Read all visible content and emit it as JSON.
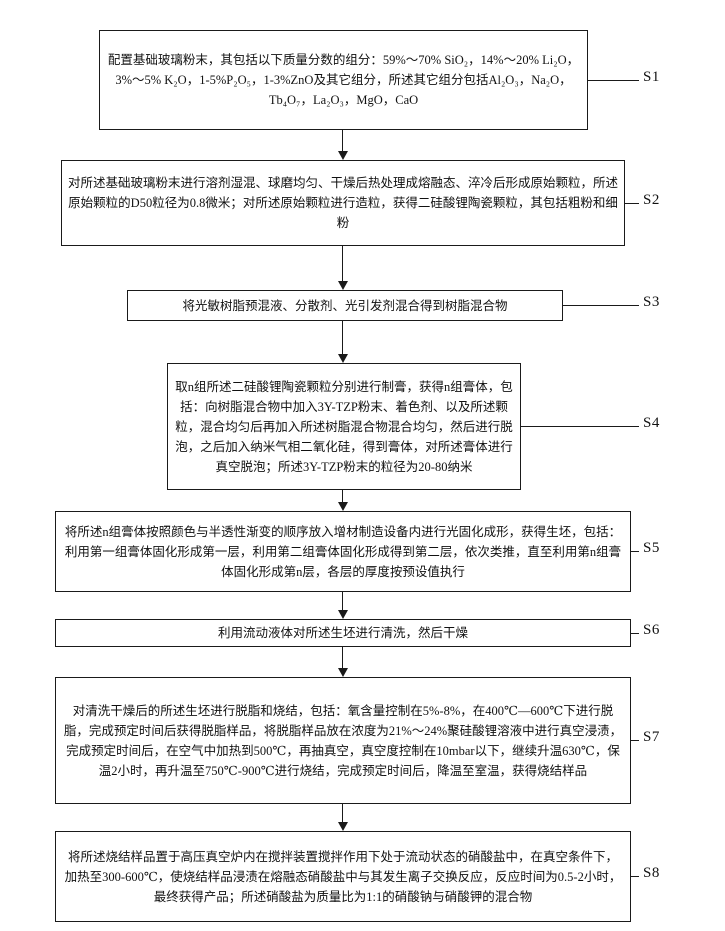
{
  "page": {
    "background_color": "#ffffff",
    "line_color": "#1a1a1a",
    "text_color": "#111111"
  },
  "flowchart": {
    "type": "vertical-process-flow",
    "steps": [
      {
        "label": "S1",
        "text": "配置基础玻璃粉末，其包括以下质量分数的组分：59%～70% SiO₂，14%～20% Li₂O，3%～5% K₂O，1-5%P₂O₅，1-3%ZnO及其它组分，所述其它组分包括Al₂O₃，Na₂O，Tb₄O₇，La₂O₃，MgO，CaO"
      },
      {
        "label": "S2",
        "text": "对所述基础玻璃粉末进行溶剂湿混、球磨均匀、干燥后热处理成熔融态、淬冷后形成原始颗粒，所述原始颗粒的D50粒径为0.8微米；对所述原始颗粒进行造粒，获得二硅酸锂陶瓷颗粒，其包括粗粉和细粉"
      },
      {
        "label": "S3",
        "text": "将光敏树脂预混液、分散剂、光引发剂混合得到树脂混合物"
      },
      {
        "label": "S4",
        "text": "取n组所述二硅酸锂陶瓷颗粒分别进行制膏，获得n组膏体，包括：向树脂混合物中加入3Y-TZP粉末、着色剂、以及所述颗粒，混合均匀后再加入所述树脂混合物混合均匀，然后进行脱泡，之后加入纳米气相二氧化硅，得到膏体，对所述膏体进行真空脱泡；所述3Y-TZP粉末的粒径为20-80纳米"
      },
      {
        "label": "S5",
        "text": "将所述n组膏体按照颜色与半透性渐变的顺序放入增材制造设备内进行光固化成形，获得生坯，包括：利用第一组膏体固化形成第一层，利用第二组膏体固化形成得到第二层，依次类推，直至利用第n组膏体固化形成第n层，各层的厚度按预设值执行"
      },
      {
        "label": "S6",
        "text": "利用流动液体对所述生坯进行清洗，然后干燥"
      },
      {
        "label": "S7",
        "text": "对清洗干燥后的所述生坯进行脱脂和烧结，包括：氧含量控制在5%-8%，在400℃—600℃下进行脱脂，完成预定时间后获得脱脂样品，将脱脂样品放在浓度为21%～24%聚硅酸锂溶液中进行真空浸渍，完成预定时间后，在空气中加热到500℃，再抽真空，真空度控制在10mbar以下，继续升温630℃，保温2小时，再升温至750℃-900℃进行烧结，完成预定时间后，降温至室温，获得烧结样品"
      },
      {
        "label": "S8",
        "text": "将所述烧结样品置于高压真空炉内在搅拌装置搅拌作用下处于流动状态的硝酸盐中，在真空条件下，加热至300-600℃，使烧结样品浸渍在熔融态硝酸盐中与其发生离子交换反应，反应时间为0.5-2小时，最终获得产品；所述硝酸盐为质量比为1:1的硝酸钠与硝酸钾的混合物"
      }
    ]
  }
}
